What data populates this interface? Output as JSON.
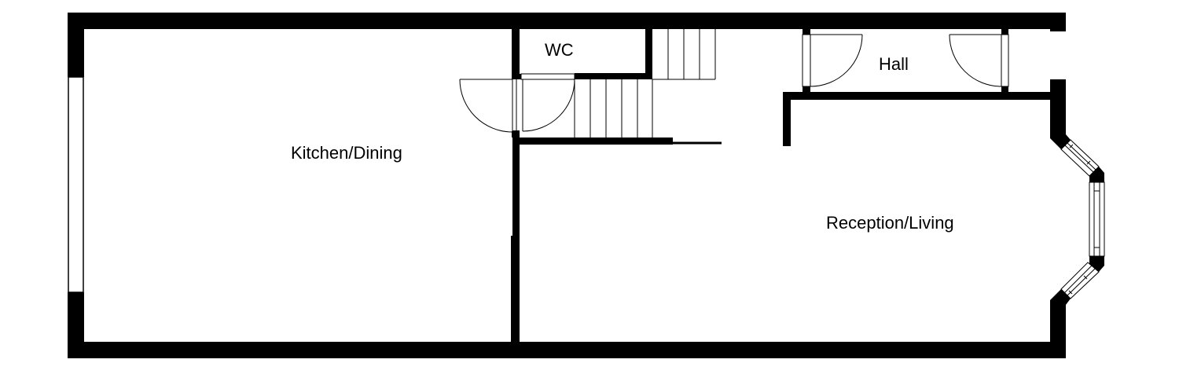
{
  "floor_plan": {
    "background": "#ffffff",
    "wall_color": "#000000",
    "rooms": [
      {
        "id": "kitchen",
        "label": "Kitchen/Dining"
      },
      {
        "id": "wc",
        "label": "WC"
      },
      {
        "id": "hall",
        "label": "Hall"
      },
      {
        "id": "reception",
        "label": "Reception/Living"
      }
    ],
    "features": {
      "doors": [
        "kitchen-door",
        "wc-door",
        "hall-front-door",
        "hall-inner-door"
      ],
      "windows": [
        "rear-window",
        "bay-window-upper",
        "bay-window-center",
        "bay-window-lower"
      ],
      "stairs": [
        "stairs-lower-flight",
        "stairs-upper-flight"
      ]
    }
  }
}
